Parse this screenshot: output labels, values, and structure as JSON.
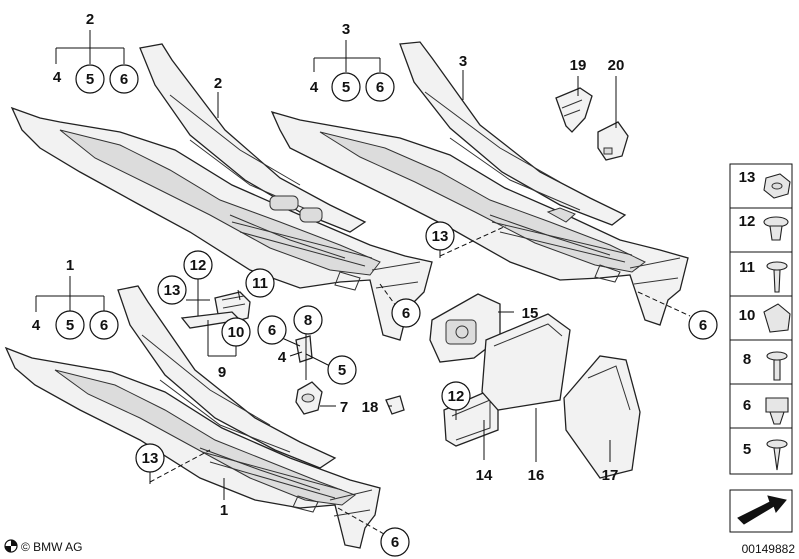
{
  "diagram": {
    "callouts": {
      "c2_top": "2",
      "c4_a": "4",
      "c5_a": "5",
      "c6_a": "6",
      "c2_lead": "2",
      "c3_top": "3",
      "c4_b": "4",
      "c5_b": "5",
      "c6_b": "6",
      "c3_lead": "3",
      "c19": "19",
      "c20": "20",
      "c13_mid": "13",
      "c6_mid_left": "6",
      "c6_mid_right": "6",
      "c1_top": "1",
      "c4_c": "4",
      "c5_c": "5",
      "c6_c": "6",
      "c12_a": "12",
      "c11": "11",
      "c13_b": "13",
      "c10": "10",
      "c9": "9",
      "c6_d": "6",
      "c8": "8",
      "c4_d": "4",
      "c5_d": "5",
      "c7": "7",
      "c18": "18",
      "c15": "15",
      "c12_b": "12",
      "c14": "14",
      "c16": "16",
      "c17": "17",
      "c13_low": "13",
      "c1_lead": "1",
      "c6_low": "6"
    },
    "side_panel": [
      "13",
      "12",
      "11",
      "10",
      "8",
      "6",
      "5"
    ],
    "copyright": "© BMW AG",
    "image_number": "00149882"
  }
}
